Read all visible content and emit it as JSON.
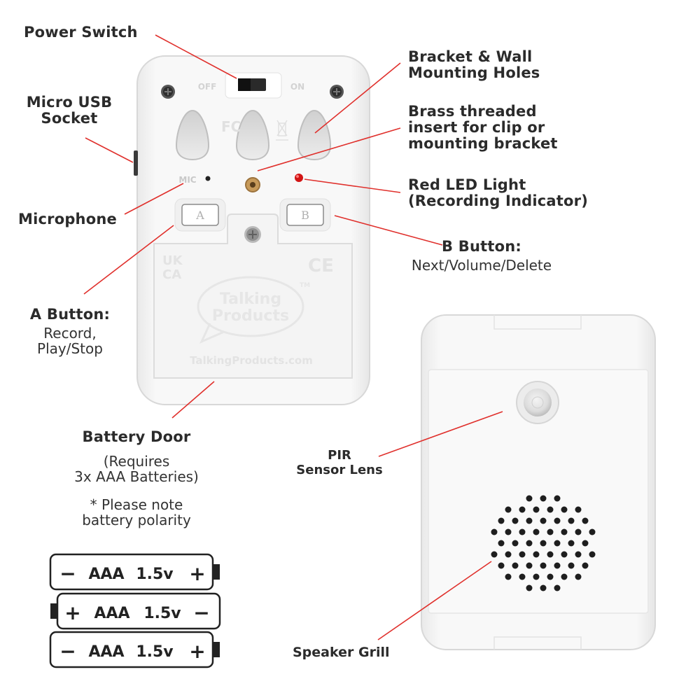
{
  "labels": {
    "power_switch": "Power Switch",
    "micro_usb_1": "Micro USB",
    "micro_usb_2": "Socket",
    "microphone": "Microphone",
    "a_button": "A Button:",
    "a_button_desc_1": "Record,",
    "a_button_desc_2": "Play/Stop",
    "bracket_1": "Bracket & Wall",
    "bracket_2": "Mounting Holes",
    "brass_1": "Brass threaded",
    "brass_2": "insert for clip or",
    "brass_3": "mounting bracket",
    "red_led_1": "Red LED Light",
    "red_led_2": "(Recording Indicator)",
    "b_button": "B Button:",
    "b_button_desc": "Next/Volume/Delete",
    "battery_door": "Battery Door",
    "battery_req_1": "(Requires",
    "battery_req_2": "3x AAA Batteries)",
    "note_1": "* Please note",
    "note_2": "battery polarity",
    "pir_1": "PIR",
    "pir_2": "Sensor Lens",
    "speaker_grill": "Speaker Grill"
  },
  "device_back": {
    "switch_off": "OFF",
    "switch_on": "ON",
    "mic": "MIC",
    "button_a": "A",
    "button_b": "B",
    "ukca_1": "UK",
    "ukca_2": "CA",
    "ce": "CE",
    "brand_1": "Talking",
    "brand_2": "Products",
    "tm": "TM",
    "website": "TalkingProducts.com"
  },
  "batteries": [
    {
      "left": "−",
      "type": "AAA",
      "voltage": "1.5v",
      "right": "+"
    },
    {
      "left": "+",
      "type": "AAA",
      "voltage": "1.5v",
      "right": "−"
    },
    {
      "left": "−",
      "type": "AAA",
      "voltage": "1.5v",
      "right": "+"
    }
  ],
  "colors": {
    "leader_line": "#e0302c",
    "label_text": "#2b2b2b",
    "device_body": "#f7f7f7",
    "led": "#d21515",
    "brass": "#c79a5a"
  }
}
